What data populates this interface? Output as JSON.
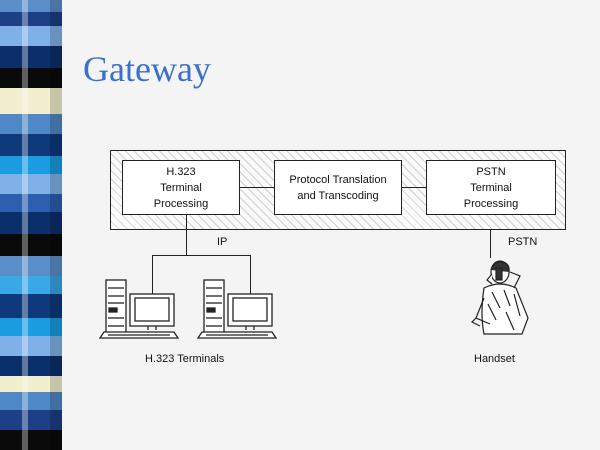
{
  "slide": {
    "title": "Gateway"
  },
  "diagram": {
    "boxes": {
      "h323": [
        "H.323",
        "Terminal",
        "Processing"
      ],
      "protocol": [
        "Protocol Translation",
        "and Transcoding"
      ],
      "pstn": [
        "PSTN",
        "Terminal",
        "Processing"
      ]
    },
    "labels": {
      "ip": "IP",
      "pstn": "PSTN",
      "terminals": "H.323 Terminals",
      "handset": "Handset"
    }
  },
  "colors": {
    "title": "#3c6fcd",
    "strip_light": "#f2efcf",
    "strip_dark": "#0a0a0a"
  }
}
